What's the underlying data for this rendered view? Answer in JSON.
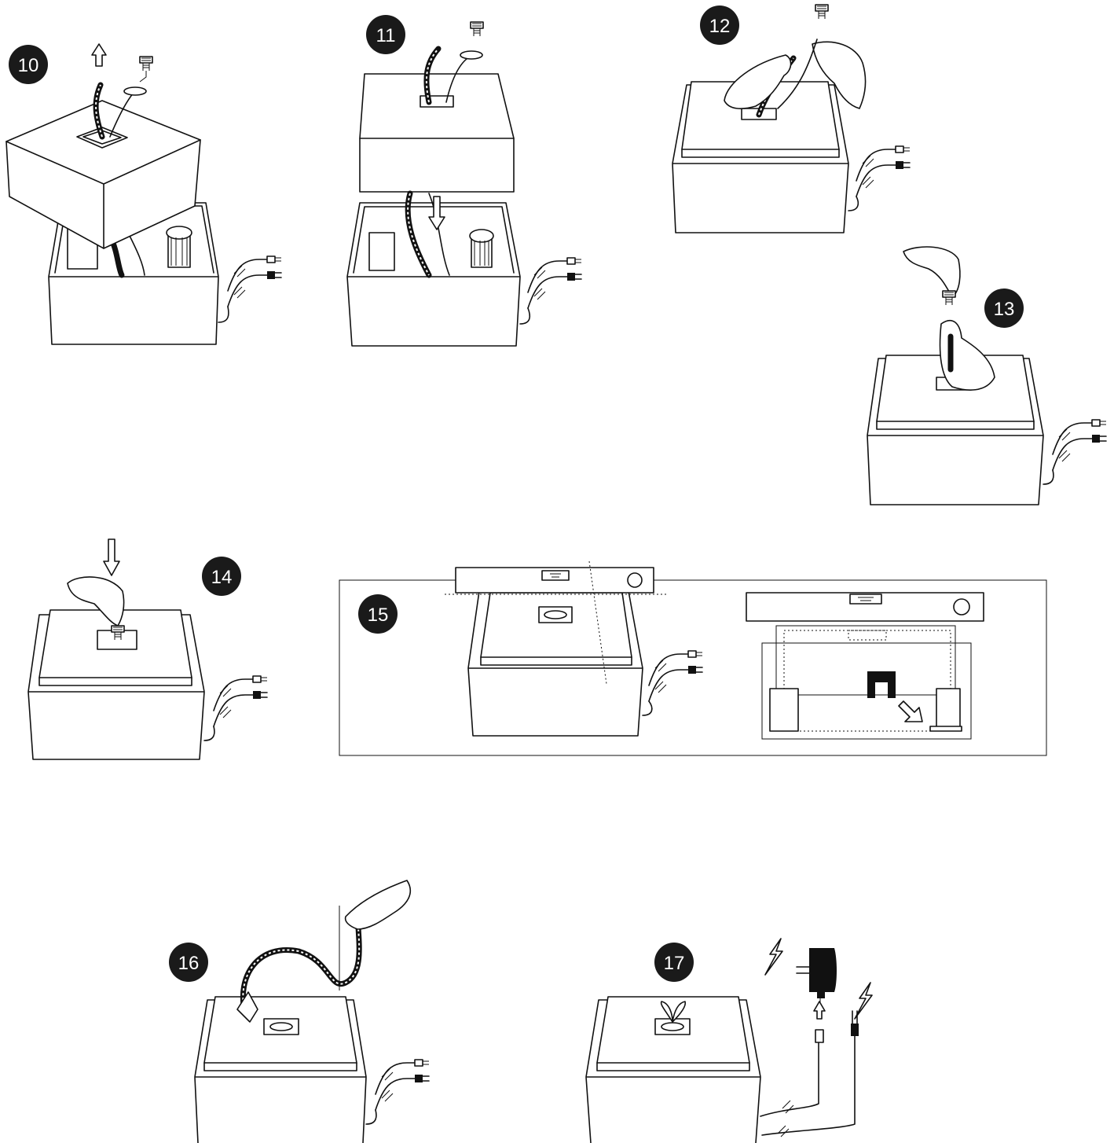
{
  "colors": {
    "ink": "#111111",
    "badge_fill": "#1a1a1a",
    "badge_text": "#ffffff",
    "paper": "#ffffff"
  },
  "steps": [
    {
      "number": "10"
    },
    {
      "number": "11"
    },
    {
      "number": "12"
    },
    {
      "number": "13"
    },
    {
      "number": "14"
    },
    {
      "number": "15"
    },
    {
      "number": "16"
    },
    {
      "number": "17"
    }
  ],
  "icons": [
    "arrow-up-icon",
    "arrow-down-icon",
    "screw-icon",
    "washer-icon",
    "plug-icon",
    "power-adapter-icon",
    "lightning-icon",
    "spirit-level-icon",
    "hand-icon"
  ]
}
